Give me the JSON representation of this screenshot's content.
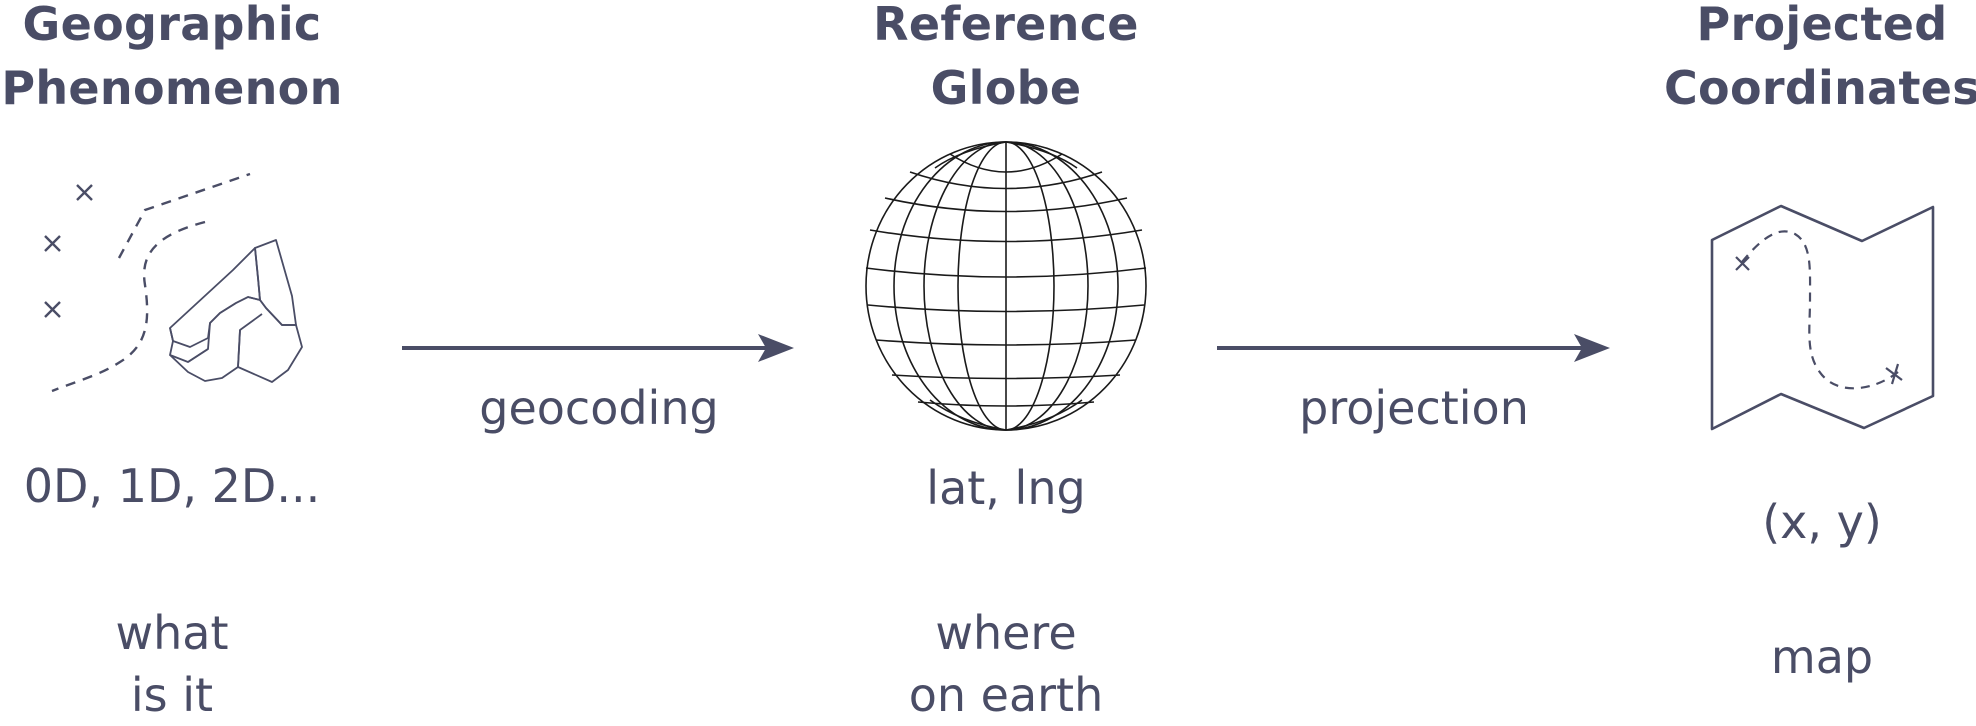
{
  "columns": [
    {
      "title_line1": "Geographic",
      "title_line2": "Phenomenon",
      "subtitle": "0D, 1D, 2D...",
      "desc_line1": "what",
      "desc_line2": "is it",
      "icon": "geographic-shapes-icon"
    },
    {
      "title_line1": "Reference",
      "title_line2": "Globe",
      "subtitle": "lat, lng",
      "desc_line1": "where",
      "desc_line2": "on earth",
      "icon": "globe-icon"
    },
    {
      "title_line1": "Projected",
      "title_line2": "Coordinates",
      "subtitle": "(x, y)",
      "desc_line1": "map",
      "icon": "folded-map-icon"
    }
  ],
  "arrows": [
    {
      "label": "geocoding",
      "icon": "right-arrow-icon"
    },
    {
      "label": "projection",
      "icon": "right-arrow-icon"
    }
  ],
  "colors": {
    "text": "#4a4d66",
    "line": "#4a4d66",
    "globe": "#1a1a1a"
  }
}
